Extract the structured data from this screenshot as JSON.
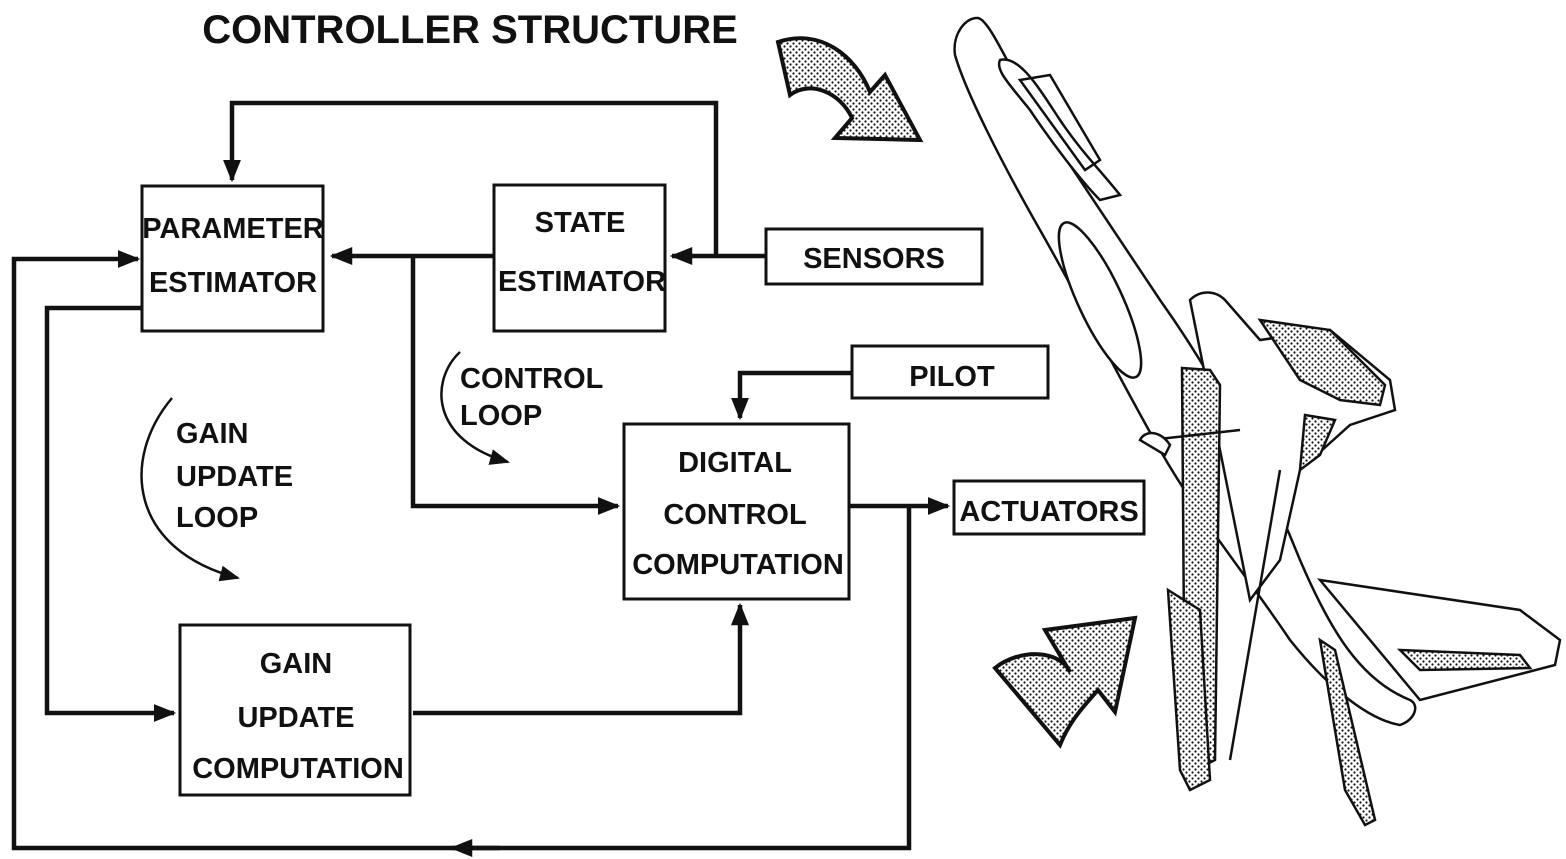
{
  "title": "CONTROLLER STRUCTURE",
  "blocks": {
    "parameter_estimator": [
      "PARAMETER",
      "ESTIMATOR"
    ],
    "state_estimator": [
      "STATE",
      "ESTIMATOR"
    ],
    "sensors": "SENSORS",
    "pilot": "PILOT",
    "digital_control": [
      "DIGITAL",
      "CONTROL",
      "COMPUTATION"
    ],
    "actuators": "ACTUATORS",
    "gain_update": [
      "GAIN",
      "UPDATE",
      "COMPUTATION"
    ]
  },
  "loops": {
    "control_loop": [
      "CONTROL",
      "LOOP"
    ],
    "gain_update_loop": [
      "GAIN",
      "UPDATE",
      "LOOP"
    ]
  },
  "icons": [
    "curved-arrow-icon",
    "stippled-arrow-icon",
    "aircraft-illustration"
  ]
}
